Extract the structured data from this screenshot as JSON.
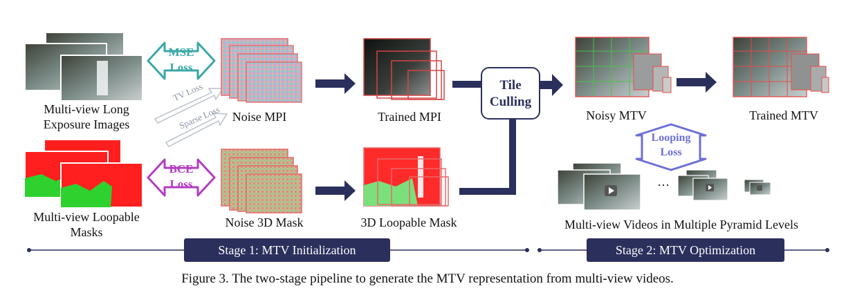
{
  "labels": {
    "long_exposure_1": "Multi-view Long",
    "long_exposure_2": "Exposure Images",
    "loopable_masks_1": "Multi-view Loopable",
    "loopable_masks_2": "Masks",
    "noise_mpi": "Noise MPI",
    "trained_mpi": "Trained MPI",
    "noise_3d_mask": "Noise 3D Mask",
    "loopable_mask_3d": "3D Loopable Mask",
    "noisy_mtv": "Noisy MTV",
    "trained_mtv": "Trained MTV",
    "pyramid_videos": "Multi-view Videos in Multiple Pyramid Levels"
  },
  "losses": {
    "mse_1": "MSE",
    "mse_2": "Loss",
    "bce_1": "BCE",
    "bce_2": "Loss",
    "tv": "TV  Loss",
    "sparse": "Sparse  Loss",
    "looping_1": "Looping",
    "looping_2": "Loss"
  },
  "tile_culling": {
    "line1": "Tile",
    "line2": "Culling"
  },
  "ellipsis": "…",
  "stages": {
    "stage1": "Stage 1:  MTV Initialization",
    "stage2": "Stage 2: MTV Optimization"
  },
  "caption": "Figure 3. The two-stage pipeline to generate the MTV representation from multi-view videos.",
  "colors": {
    "navy": "#2b2f5c",
    "mse_teal": "#3aa7a7",
    "bce_purple": "#b23cc2",
    "looping_blue": "#6c6fd6",
    "mask_red": "#ff1f1f",
    "mask_green": "#2fd12f",
    "grid_red": "#e84b4b",
    "grid_green": "#49c24a"
  }
}
